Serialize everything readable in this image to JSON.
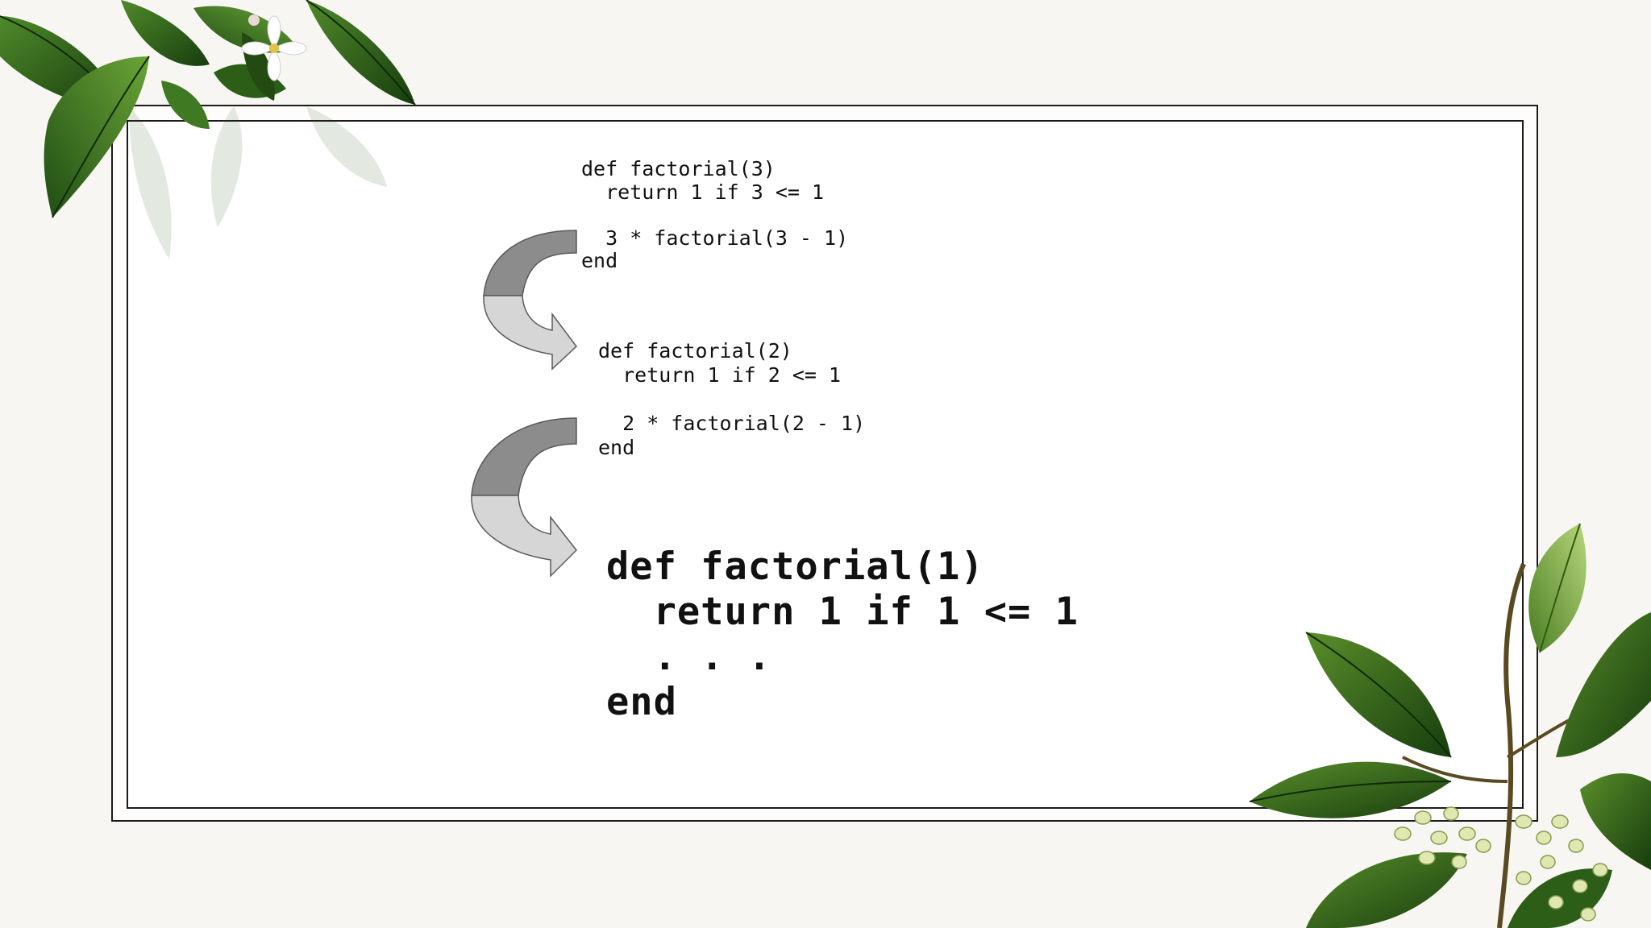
{
  "slide": {
    "call_3": {
      "line1": "def factorial(3)",
      "line2": "  return 1 if 3 <= 1",
      "line3": "",
      "line4": "  3 * factorial(3 - 1)",
      "line5": "end"
    },
    "call_2": {
      "line1": "def factorial(2)",
      "line2": "  return 1 if 2 <= 1",
      "line3": "",
      "line4": "  2 * factorial(2 - 1)",
      "line5": "end"
    },
    "call_1": {
      "line1": "def factorial(1)",
      "line2": "  return 1 if 1 <= 1",
      "line3": "  . . .",
      "line4": "end"
    }
  },
  "colors": {
    "background": "#f8f6f2",
    "frame": "#1a1a1a",
    "arrow_dark": "#8c8c8c",
    "arrow_light": "#d4d4d4",
    "leaf_dark": "#1f4d14",
    "leaf_mid": "#3f7a22",
    "leaf_light": "#8cbf4a"
  },
  "icons": {
    "top_left_decoration": "leaf-branch-with-flower",
    "bottom_right_decoration": "leaf-branch-with-buds",
    "arrows": "curved-arrow-down-right"
  }
}
